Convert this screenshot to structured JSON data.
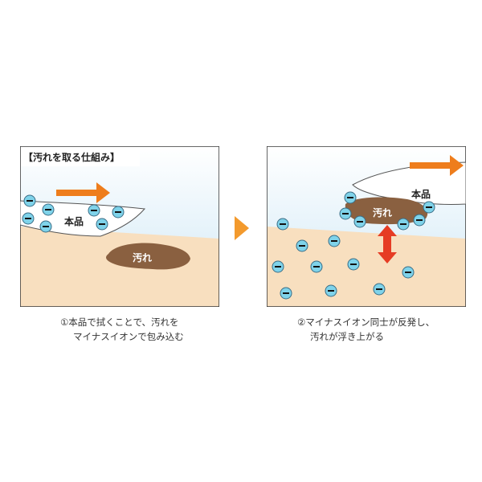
{
  "panels": [
    {
      "title": "【汚れを取る仕組み】",
      "product_label": "本品",
      "dirt_label": "汚れ",
      "ion_symbol": "−",
      "caption_line1": "①本品で拭くことで、汚れを",
      "caption_line2": "マイナスイオンで包み込む"
    },
    {
      "product_label": "本品",
      "dirt_label": "汚れ",
      "ion_symbol": "−",
      "caption_line1": "②マイナスイオン同士が反発し、",
      "caption_line2": "汚れが浮き上がる"
    }
  ],
  "colors": {
    "sky": "#cfe8f6",
    "ground": "#f8dfbf",
    "dirt": "#8a6040",
    "ion": "#7fd3ea",
    "arrow": "#ee7d1c",
    "repel_arrow": "#e63c24"
  }
}
